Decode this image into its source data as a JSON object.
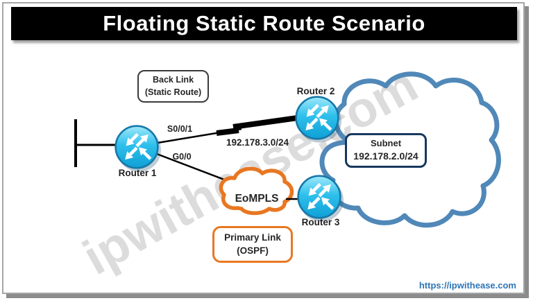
{
  "header": {
    "title": "Floating Static Route Scenario"
  },
  "watermark": {
    "text": "ipwithease.com",
    "color": "#d9d9d9"
  },
  "footer": {
    "url": "https://ipwithease.com",
    "color": "#2e75b6"
  },
  "devices": {
    "router1": {
      "label": "Router 1"
    },
    "router2": {
      "label": "Router 2"
    },
    "router3": {
      "label": "Router 3"
    }
  },
  "links": {
    "backup": {
      "interface": "S0/0/1",
      "subnet": "192.178.3.0/24"
    },
    "primary": {
      "interface": "G0/0"
    }
  },
  "callouts": {
    "back_link": {
      "line1": "Back Link",
      "line2": "(Static Route)"
    },
    "subnet_box": {
      "line1": "Subnet",
      "line2": "192.178.2.0/24"
    },
    "primary_link": {
      "line1": "Primary Link",
      "line2": "(OSPF)"
    },
    "eompls": {
      "label": "EoMPLS"
    }
  },
  "colors": {
    "title_bg": "#000000",
    "title_text": "#ffffff",
    "router_fill": "#29bdea",
    "router_stroke": "#1878a8",
    "wan_cloud_stroke": "#5088b8",
    "eompls_stroke": "#e87722",
    "subnet_border": "#17375e",
    "backlink_border": "#3a3a3a",
    "primary_border": "#e87722",
    "link_line": "#000000",
    "url_text": "#2e75b6"
  }
}
